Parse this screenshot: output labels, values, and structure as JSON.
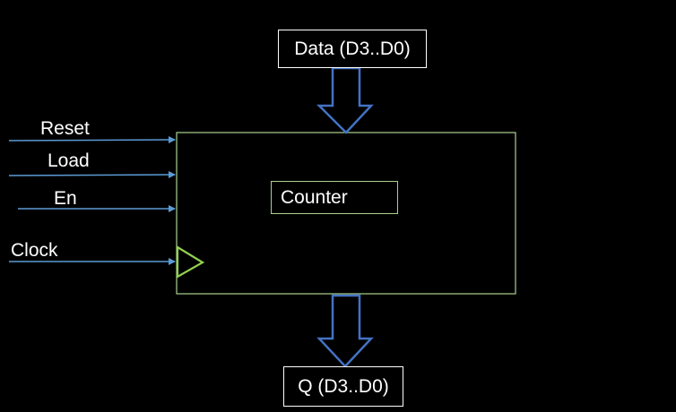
{
  "colors": {
    "background": "#000000",
    "signal_line": "#5b9bd5",
    "block_border": "#a9d18e",
    "clock_triangle": "#92d050",
    "bus_arrow": "#4472c4",
    "text": "#ffffff"
  },
  "inputs": {
    "reset": "Reset",
    "load": "Load",
    "en": "En",
    "clock": "Clock"
  },
  "data_input": "Data (D3..D0)",
  "block_label": "Counter",
  "output": "Q (D3..D0)",
  "icons": {
    "clock_edge": "clock-triangle-icon",
    "bus_in": "bus-arrow-down-icon",
    "bus_out": "bus-arrow-down-icon"
  }
}
